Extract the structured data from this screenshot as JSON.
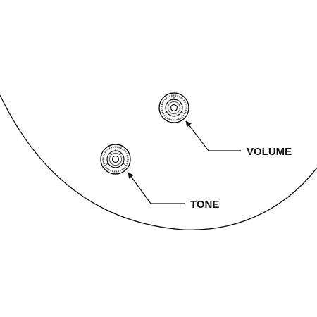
{
  "diagram": {
    "controls": [
      {
        "id": "volume",
        "label": "VOLUME",
        "icon": "knob-icon"
      },
      {
        "id": "tone",
        "label": "TONE",
        "icon": "knob-icon"
      }
    ],
    "colors": {
      "line": "#111111",
      "knob_ring": "#555555",
      "knob_fill": "#e6e6e6",
      "background": "#ffffff"
    }
  }
}
